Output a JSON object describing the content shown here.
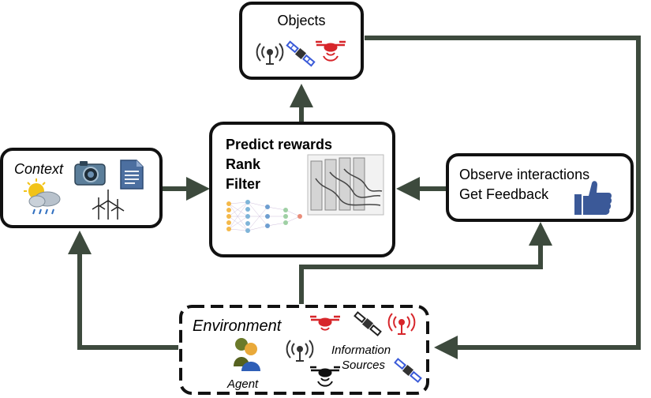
{
  "objects": {
    "title": "Objects"
  },
  "context": {
    "title": "Context"
  },
  "model": {
    "line1": "Predict rewards",
    "line2": "Rank",
    "line3": "Filter"
  },
  "observe": {
    "line1": "Observe interactions",
    "line2": "Get Feedback"
  },
  "environment": {
    "title": "Environment",
    "agent_label": "Agent",
    "sources_line1": "Information",
    "sources_line2": "Sources"
  },
  "colors": {
    "arrow": "#3d4a3d",
    "box_border": "#111111",
    "drone_red": "#d7262b",
    "satellite_blue": "#3b5bd8",
    "like_blue": "#3b5998",
    "sun": "#f2c318",
    "cloud_gray": "#b8c2cc"
  },
  "icons": [
    "antenna-icon",
    "satellite-icon",
    "drone-icon",
    "camera-icon",
    "document-icon",
    "weather-icon",
    "wind-turbine-icon",
    "neural-network-icon",
    "server-room-icon",
    "thumbs-up-icon",
    "agent-icon"
  ]
}
